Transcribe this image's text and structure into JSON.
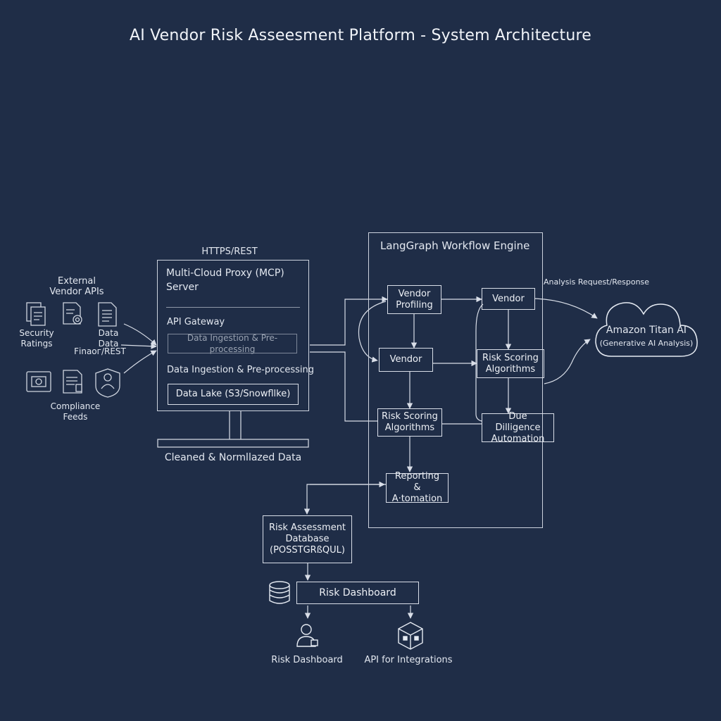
{
  "title": "AI Vendor Risk Asseesment Platform - System Architecture",
  "sources": {
    "external_label": "External\nVendor APIs",
    "security_label": "Security\nRatings",
    "data_label": "Data\nData",
    "finance_label": "Fіnаoг/REST",
    "compliance_label": "Compliance\nFeeds"
  },
  "mcp": {
    "protocol_label": "HTTPS/REST",
    "title": "Multi-Cloud Proxy (MCP)\nServer",
    "gateway": "API Gateway",
    "ingest_box": "Data Ingestion & Pre-processing",
    "ingest_text": "Data Ingestion & Pre-processing",
    "lake": "Data Lake (S3/Snowfllke)",
    "caption": "Cleaned & Normllazed Data"
  },
  "workflow": {
    "title": "LangGraph Workflow Engine",
    "vendor_profiling": "Vendor\nProfiling",
    "vendor_top": "Vendor",
    "vendor_mid": "Vendor",
    "risk_scoring_right": "Risk Scoring\nAlgorithms",
    "risk_scoring_left": "Risk Scoring\nAlgorithms",
    "due_diligence": "Due Dilligence\nAutomation",
    "reporting": "Reporting\n& A·tomation"
  },
  "ai": {
    "edge_label": "Analysis Request/Response",
    "name": "Amazon Titan AI",
    "subtitle": "(Generative AI Analysis)"
  },
  "storage": {
    "db": "Risk Assessment\nDatabase\n(POSSTGRßQUL)",
    "dashboard_box": "Risk Dashboard",
    "dashboard_user": "Risk Dashboard",
    "api": "API for Integrations"
  },
  "colors": {
    "background": "#1f2d47",
    "line": "#d9dee8"
  },
  "icons": [
    "document-icon",
    "gear-document-icon",
    "list-document-icon",
    "camera-icon",
    "grid-document-icon",
    "user-shield-icon",
    "database-icon",
    "user-icon",
    "cube-icon",
    "cloud-icon"
  ]
}
